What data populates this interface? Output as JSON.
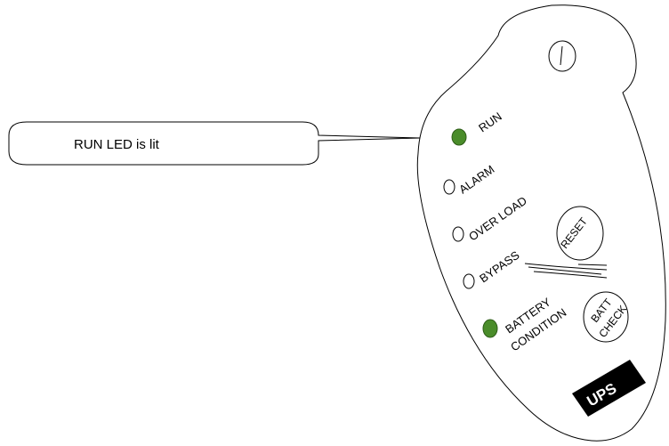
{
  "callout": {
    "text": "RUN LED is lit"
  },
  "indicators": [
    {
      "label": "RUN",
      "state": "lit",
      "color": "#4a8c2a"
    },
    {
      "label": "ALARM",
      "state": "off",
      "color": "#ffffff"
    },
    {
      "label": "OVER LOAD",
      "state": "off",
      "color": "#ffffff"
    },
    {
      "label": "BYPASS",
      "state": "off",
      "color": "#ffffff"
    },
    {
      "label_line1": "BATTERY",
      "label_line2": "CONDITION",
      "state": "lit",
      "color": "#4a8c2a"
    }
  ],
  "buttons": {
    "power": {
      "symbol": "|",
      "icon": "power-switch-icon"
    },
    "reset": {
      "label": "RESET"
    },
    "batt_check": {
      "label_line1": "BATT",
      "label_line2": "CHECK"
    }
  },
  "logo": {
    "text": "UPS"
  }
}
